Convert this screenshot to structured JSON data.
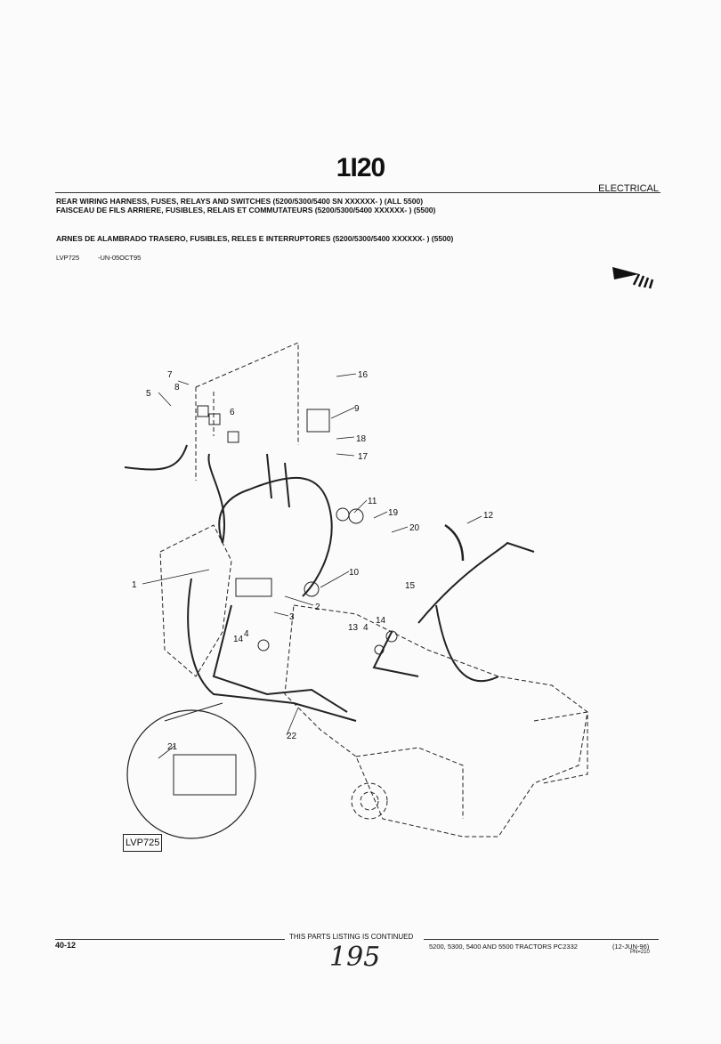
{
  "header": {
    "group_code": "1I20",
    "section": "ELECTRICAL",
    "title_en": "REAR WIRING HARNESS, FUSES, RELAYS AND SWITCHES (5200/5300/5400 SN XXXXXX-      ) (ALL 5500)",
    "title_fr": "FAISCEAU DE FILS ARRIERE, FUSIBLES, RELAIS ET COMMUTATEURS (5200/5300/5400 XXXXXX-      ) (5500)",
    "title_es": "ARNES DE ALAMBRADO TRASERO, FUSIBLES, RELES E INTERRUPTORES (5200/5300/5400 XXXXXX-      ) (5500)",
    "illustration_id": "LVP725",
    "illustration_date": "-UN-05OCT95"
  },
  "diagram": {
    "callouts": [
      "7",
      "8",
      "5",
      "6",
      "16",
      "9",
      "18",
      "17",
      "11",
      "19",
      "20",
      "12",
      "1",
      "10",
      "15",
      "2",
      "3",
      "14",
      "4",
      "14",
      "13",
      "4",
      "22",
      "21"
    ],
    "figure_label": "LVP725"
  },
  "footer": {
    "page_number": "40-12",
    "continued": "THIS PARTS LISTING IS CONTINUED",
    "catalog": "5200, 5300, 5400 AND 5500 TRACTORS  PC2332",
    "date": "(12-JUN-96)",
    "pn": "PN=210",
    "handwritten": "195"
  }
}
